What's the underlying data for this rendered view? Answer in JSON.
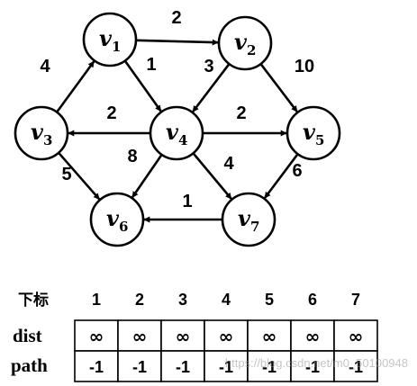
{
  "graph": {
    "nodes": [
      {
        "id": "v1",
        "base": "v",
        "sub": "1"
      },
      {
        "id": "v2",
        "base": "v",
        "sub": "2"
      },
      {
        "id": "v3",
        "base": "v",
        "sub": "3"
      },
      {
        "id": "v4",
        "base": "v",
        "sub": "4"
      },
      {
        "id": "v5",
        "base": "v",
        "sub": "5"
      },
      {
        "id": "v6",
        "base": "v",
        "sub": "6"
      },
      {
        "id": "v7",
        "base": "v",
        "sub": "7"
      }
    ],
    "edges": [
      {
        "from": "v1",
        "to": "v2",
        "weight": "2"
      },
      {
        "from": "v1",
        "to": "v4",
        "weight": "1"
      },
      {
        "from": "v2",
        "to": "v4",
        "weight": "3"
      },
      {
        "from": "v2",
        "to": "v5",
        "weight": "10"
      },
      {
        "from": "v3",
        "to": "v1",
        "weight": "4"
      },
      {
        "from": "v3",
        "to": "v6",
        "weight": "5"
      },
      {
        "from": "v4",
        "to": "v3",
        "weight": "2"
      },
      {
        "from": "v4",
        "to": "v5",
        "weight": "2"
      },
      {
        "from": "v4",
        "to": "v6",
        "weight": "8"
      },
      {
        "from": "v4",
        "to": "v7",
        "weight": "4"
      },
      {
        "from": "v5",
        "to": "v7",
        "weight": "6"
      },
      {
        "from": "v7",
        "to": "v6",
        "weight": "1"
      }
    ]
  },
  "table": {
    "header_label": "下标",
    "indices": [
      "1",
      "2",
      "3",
      "4",
      "5",
      "6",
      "7"
    ],
    "dist_label": "dist",
    "dist_values": [
      "∞",
      "∞",
      "∞",
      "∞",
      "∞",
      "∞",
      "∞"
    ],
    "path_label": "path",
    "path_values": [
      "-1",
      "-1",
      "-1",
      "-1",
      "-1",
      "-1",
      "-1"
    ]
  },
  "watermark": "https://blog.csdn.net/m0_50100948"
}
